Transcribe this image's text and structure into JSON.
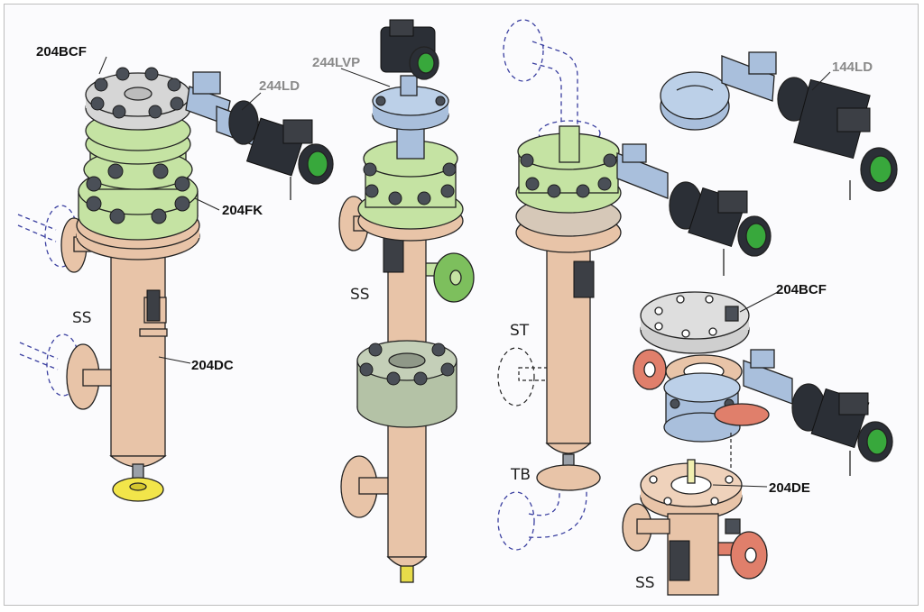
{
  "labels": {
    "a1_bcf": "204BCF",
    "a1_fk": "204FK",
    "a1_dc": "204DC",
    "a1_ss": "SS",
    "a1_ld": "244LD",
    "a2_lvp": "244LVP",
    "a2_ss": "SS",
    "a3_st": "ST",
    "a3_tb": "TB",
    "a4_ld": "144LD",
    "a4_bcf": "204BCF",
    "a4_de": "204DE",
    "a4_ss": "SS"
  },
  "colors": {
    "body_pipe": "#e8c4a8",
    "flange_green": "#c5e3a3",
    "cover_grey": "#d6d6d6",
    "transmitter_blue": "#a9bfdc",
    "transmitter_dark": "#2b2f36",
    "window_green": "#38a83c",
    "drain_yellow": "#f2e54a",
    "salmon_flange": "#e07f6b",
    "outline_blue": "#3a3fa0"
  }
}
